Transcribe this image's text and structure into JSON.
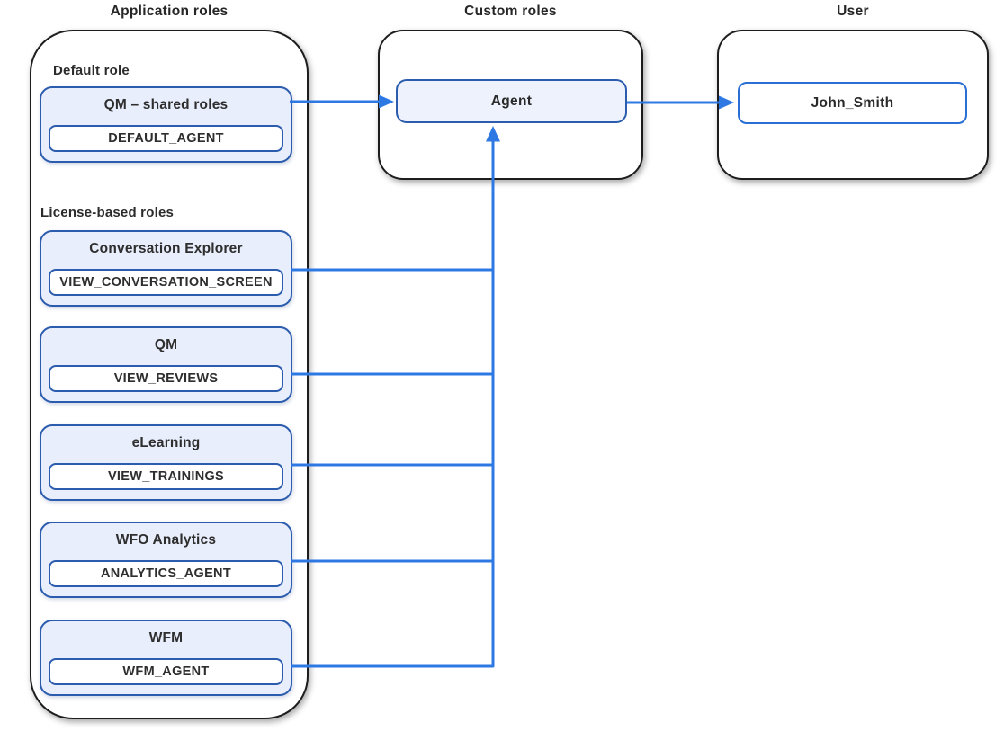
{
  "diagram": {
    "headers": {
      "application_roles": "Application roles",
      "custom_roles": "Custom roles",
      "user": "User"
    },
    "application_roles": {
      "default_section_label": "Default role",
      "default_role": {
        "title": "QM – shared roles",
        "permission": "DEFAULT_AGENT"
      },
      "license_section_label": "License-based roles",
      "license_roles": [
        {
          "title": "Conversation Explorer",
          "permission": "VIEW_CONVERSATION_SCREEN"
        },
        {
          "title": "QM",
          "permission": "VIEW_REVIEWS"
        },
        {
          "title": "eLearning",
          "permission": "VIEW_TRAININGS"
        },
        {
          "title": "WFO Analytics",
          "permission": "ANALYTICS_AGENT"
        },
        {
          "title": "WFM",
          "permission": "WFM_AGENT"
        }
      ]
    },
    "custom_roles": {
      "role": "Agent"
    },
    "user": {
      "name": "John_Smith"
    }
  },
  "colors": {
    "connector": "#2d78e3",
    "role_border": "#2b5cad",
    "role_fill": "#e9eefc",
    "user_box_border": "#2a6fd4",
    "container_border": "#1d1d1d"
  }
}
